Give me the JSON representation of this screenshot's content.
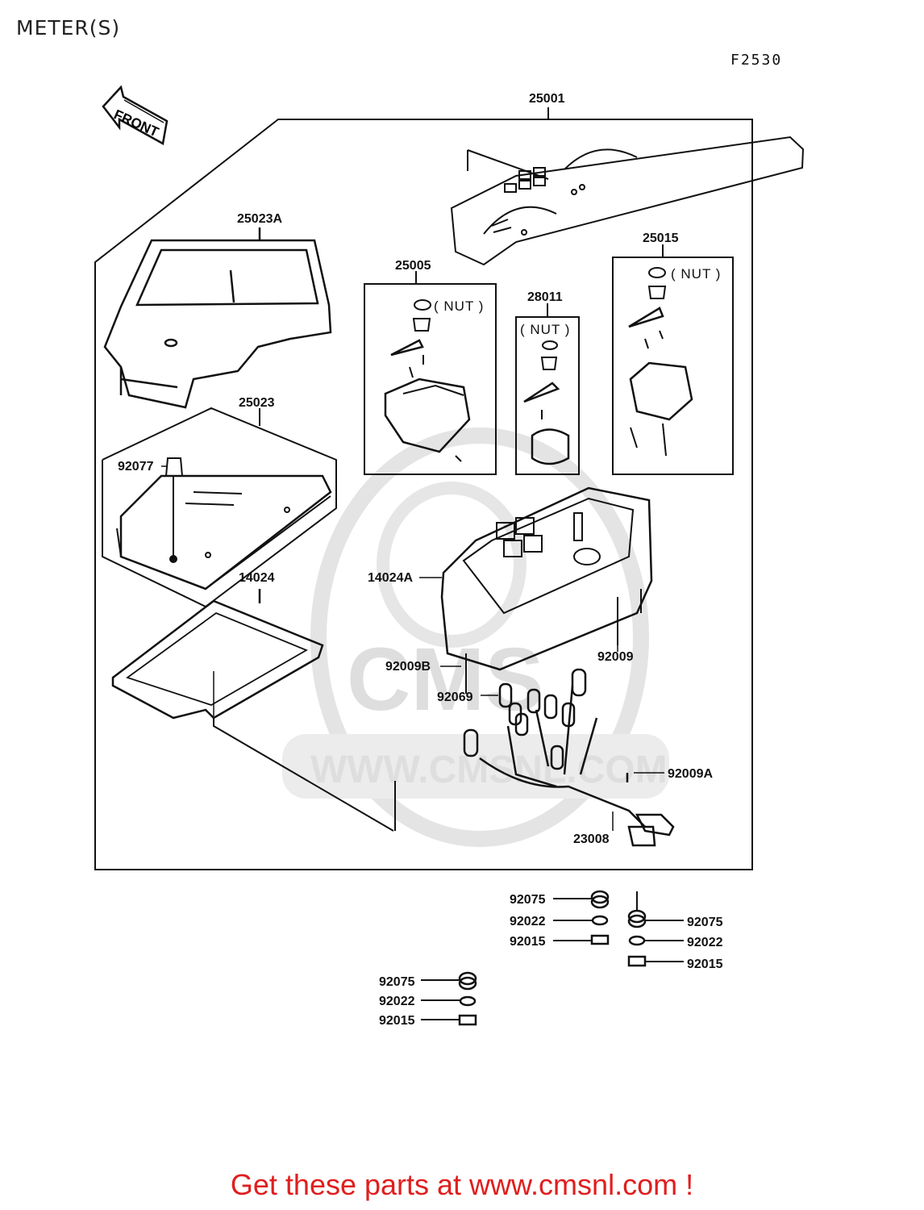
{
  "header": {
    "title": "METER(S)",
    "diagram_code": "F2530"
  },
  "front_label": "FRONT",
  "nut_label": "( NUT )",
  "watermark": {
    "logo_text": "CMS",
    "url_text": "WWW.CMSNL.COM"
  },
  "parts": {
    "p25001": "25001",
    "p25023A": "25023A",
    "p25005": "25005",
    "p28011": "28011",
    "p25015": "25015",
    "p25023": "25023",
    "p92077": "92077",
    "p14024": "14024",
    "p14024A": "14024A",
    "p92009": "92009",
    "p92009B": "92009B",
    "p92069": "92069",
    "p92009A": "92009A",
    "p23008": "23008",
    "p92075": "92075",
    "p92022": "92022",
    "p92015": "92015"
  },
  "footer": {
    "text": "Get these parts at www.cmsnl.com !",
    "color": "#e01e1e"
  }
}
